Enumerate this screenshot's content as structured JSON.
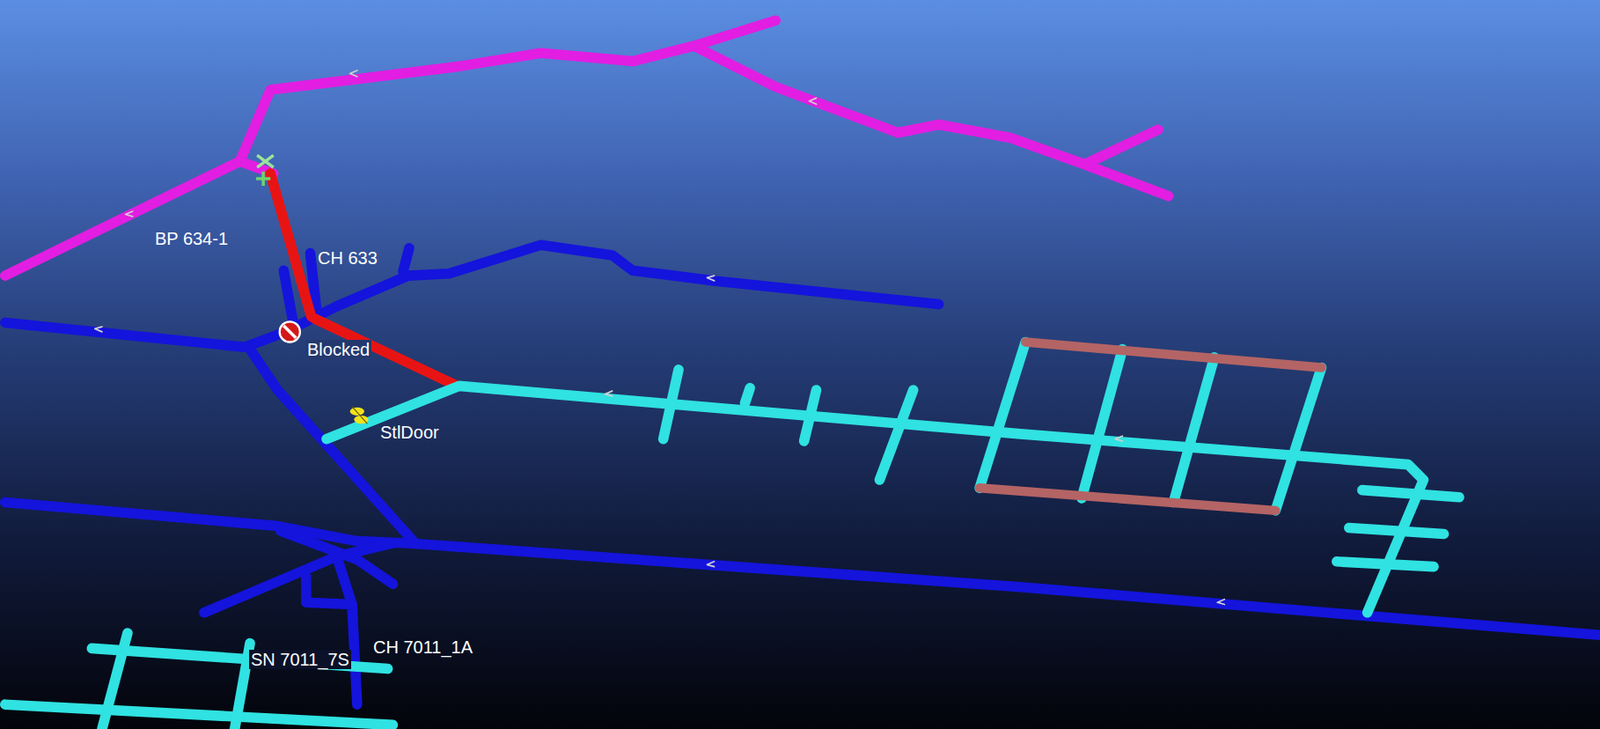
{
  "diagram": {
    "labels": [
      "BP 634-1",
      "CH 633",
      "Blocked",
      "StlDoor",
      "SN 7011_7S",
      "CH 7011_1A"
    ]
  }
}
